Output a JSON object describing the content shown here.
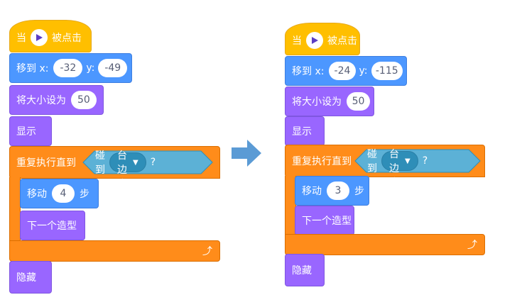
{
  "left": {
    "hat": {
      "before": "当",
      "after": "被点击"
    },
    "goto": {
      "label": "移到 x:",
      "x": "-32",
      "ylabel": "y:",
      "y": "-49"
    },
    "size": {
      "label": "将大小设为",
      "value": "50"
    },
    "show": {
      "label": "显示"
    },
    "repeat": {
      "label": "重复执行直到",
      "touch": "碰到",
      "target": "舞台边缘",
      "q": "?"
    },
    "move": {
      "label": "移动",
      "value": "4",
      "unit": "步"
    },
    "costume": {
      "label": "下一个造型"
    },
    "hide": {
      "label": "隐藏"
    }
  },
  "right": {
    "hat": {
      "before": "当",
      "after": "被点击"
    },
    "goto": {
      "label": "移到 x:",
      "x": "-24",
      "ylabel": "y:",
      "y": "-115"
    },
    "size": {
      "label": "将大小设为",
      "value": "50"
    },
    "show": {
      "label": "显示"
    },
    "repeat": {
      "label": "重复执行直到",
      "touch": "碰到",
      "target": "舞台边缘",
      "q": "?"
    },
    "move": {
      "label": "移动",
      "value": "3",
      "unit": "步"
    },
    "costume": {
      "label": "下一个造型"
    },
    "hide": {
      "label": "隐藏"
    }
  },
  "colors": {
    "events": "#ffbf00",
    "motion": "#4c97ff",
    "looks": "#9966ff",
    "control": "#ff8c1a",
    "sensing": "#5cb1d6",
    "arrow": "#5b9bd5"
  },
  "icons": {
    "flag": "green-flag-icon",
    "loop": "loop-arrow-icon",
    "dropdown": "chevron-down-icon",
    "transition": "right-arrow-icon"
  }
}
